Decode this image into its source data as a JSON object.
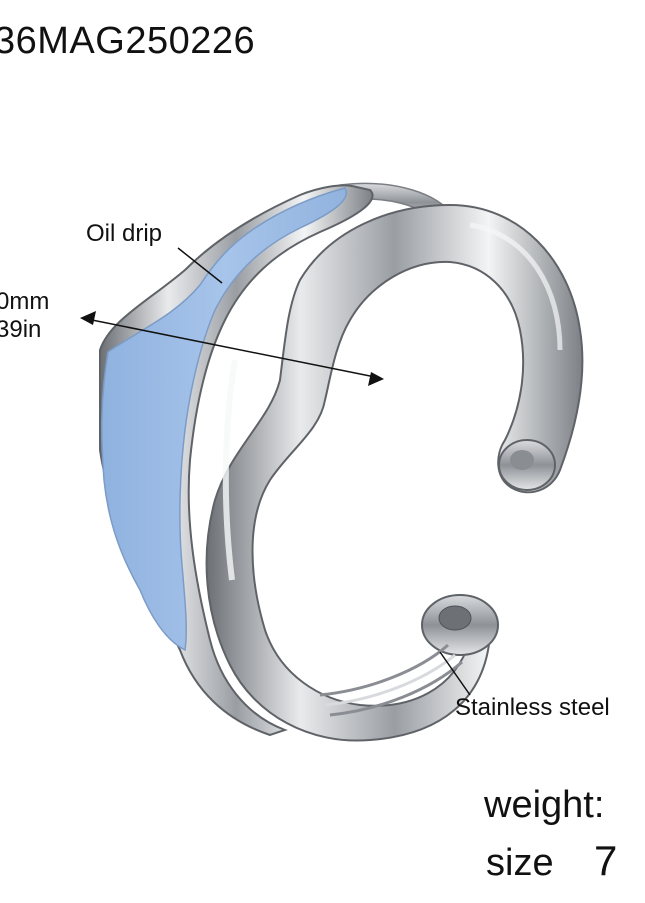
{
  "product": {
    "sku": "36MAG250226",
    "weight_label": "weight:",
    "size_label": "size",
    "size_value": "7"
  },
  "callouts": {
    "oil_drip": "Oil drip",
    "stainless_steel": "Stainless steel",
    "dimension_mm": "0mm",
    "dimension_in": "39in"
  },
  "colors": {
    "enamel": "#9dbde6",
    "steel": "#b9bcc1",
    "steel_dark": "#6e7277",
    "text": "#111111"
  }
}
